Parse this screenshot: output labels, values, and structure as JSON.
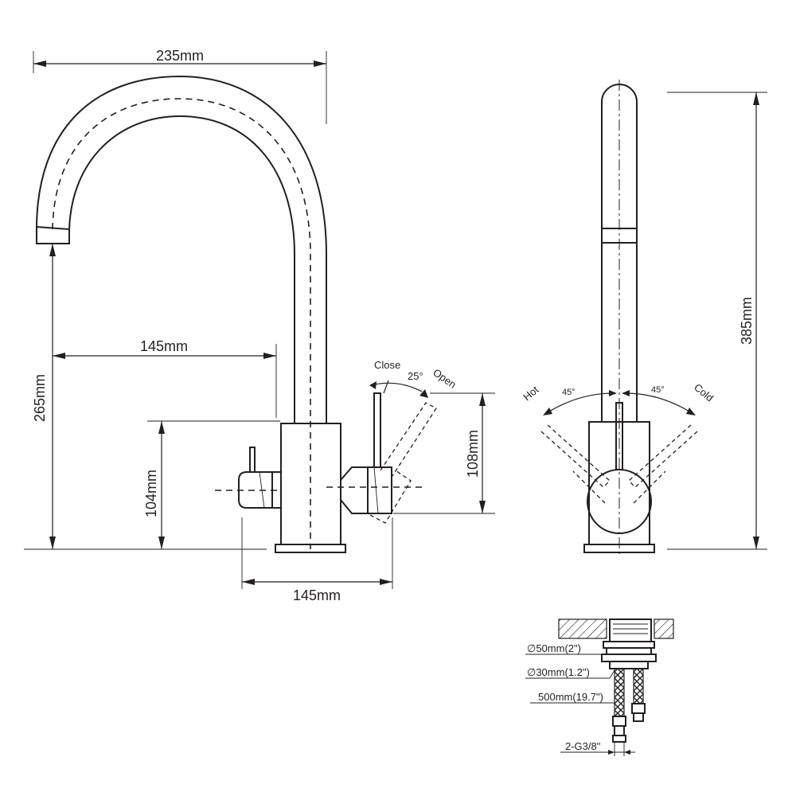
{
  "dimensions": {
    "spout_reach": "235mm",
    "spout_height": "265mm",
    "body_to_spout": "145mm",
    "side_handle_height": "104mm",
    "base_width": "145mm",
    "lever_height": "108mm",
    "total_height": "385mm"
  },
  "lever_labels": {
    "close": "Close",
    "open": "Open",
    "open_angle": "25°",
    "hot": "Hot",
    "cold": "Cold",
    "hot_angle": "45°",
    "cold_angle": "45°"
  },
  "installation": {
    "shank_diameter": "∅50mm(2\")",
    "thread_diameter": "∅30mm(1.2\")",
    "hose_length": "500mm(19.7\")",
    "connector": "2-G3/8\""
  }
}
